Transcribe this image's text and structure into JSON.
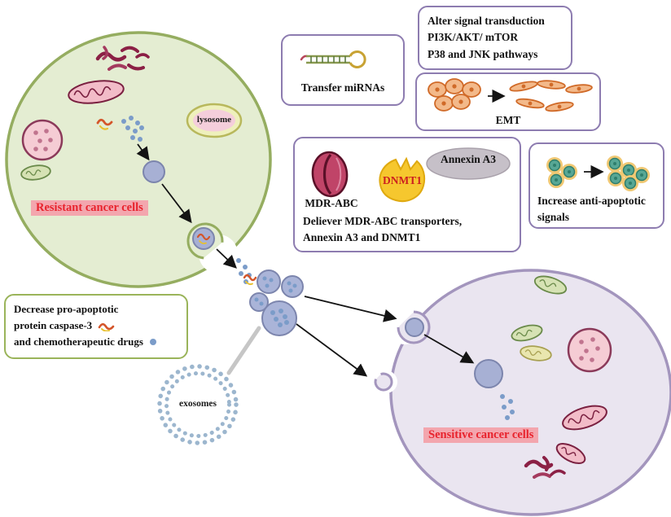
{
  "labels": {
    "resistant_cell": "Resistant cancer cells",
    "sensitive_cell": "Sensitive cancer cells",
    "lysosome": "lysosome",
    "exosomes": "exosomes"
  },
  "boxes": {
    "transfer_mirnas": {
      "text": "Transfer miRNAs"
    },
    "alter_signal": {
      "text": "Alter signal transduction\nPI3K/AKT/ mTOR\nP38 and JNK pathways"
    },
    "emt": {
      "label": "EMT"
    },
    "deliver": {
      "mdr_abc_label": "MDR-ABC",
      "dnmt1_label": "DNMT1",
      "annexin_label": "Annexin A3",
      "text": "Deliever MDR-ABC transporters,\nAnnexin A3 and DNMT1"
    },
    "anti_apoptotic": {
      "text": "Increase anti-apoptotic\nsignals"
    },
    "decrease": {
      "line1": "Decrease pro-apoptotic",
      "line2": "protein caspase-3",
      "line3": "and chemotherapeutic drugs"
    }
  },
  "icons": {
    "mirna_hairpin": "stem-loop hairpin shape",
    "mdr_abc": "dark-red bean transporter shape",
    "dnmt1": "yellow jagged enzyme blob",
    "annexin_a3": "gray oval protein blob",
    "caspase3": "red-yellow squiggle",
    "chemo_drug": "blue dot",
    "exosome": "purple vesicle circle with blue dots",
    "exosome_bilayer": "double ring of beads"
  },
  "colors": {
    "resistant_fill": "#e4edd2",
    "resistant_border": "#95ad60",
    "sensitive_fill": "#eae5f0",
    "sensitive_border": "#a395bd",
    "vesicle_fill": "#a7b0d4",
    "vesicle_border": "#7c85ad",
    "drug_dot": "#7b9cc9",
    "label_red": "#e8232d",
    "label_highlight": "#f3a6ae",
    "box_border_purple": "#8d7cb0",
    "box_border_green": "#9ab45a",
    "emt_cell": "#f3b98a",
    "emt_cell_border": "#d06a28",
    "dnmt1_yellow": "#f6c72e",
    "mdr_bean": "#c04468",
    "annexin_gray": "#c6c0c8"
  }
}
